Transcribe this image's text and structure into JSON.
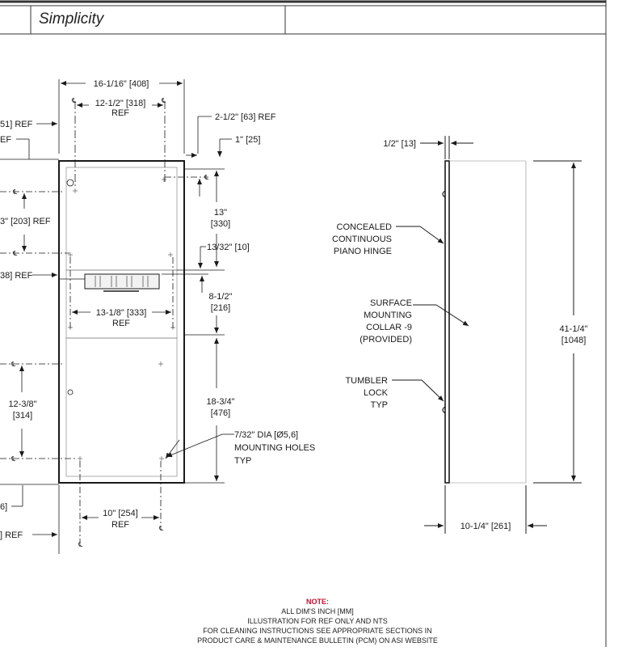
{
  "header": {
    "series_name": "Simplicity"
  },
  "front_view": {
    "overall_width": "16-1/16\" [408]",
    "top_centers": "12-1/2\" [318]",
    "top_centers_ref": "REF",
    "left_ref_1": "51] REF",
    "left_ref_2": "EF",
    "right_ref": "2-1/2\" [63] REF",
    "right_offset": "1\" [25]",
    "vertical_upper_left": "3\" [203] REF",
    "upper_mid": "13\"",
    "upper_mid_mm": "[330]",
    "upper_small": "13/32\" [10]",
    "left_mid_ref": "38] REF",
    "lower_mid": "8-1/2\"",
    "lower_mid_mm": "[216]",
    "dispenser_centers": "13-1/8\" [333]",
    "dispenser_centers_ref": "REF",
    "left_lower": "12-3/8\"",
    "left_lower_mm": "[314]",
    "right_lower": "18-3/4\"",
    "right_lower_mm": "[476]",
    "holes_1": "7/32\" DIA [Ø5,6]",
    "holes_2": "MOUNTING HOLES",
    "holes_3": "TYP",
    "bottom_left_1": "6]",
    "bottom_left_2": "] REF",
    "bottom_centers": "10\" [254]",
    "bottom_centers_ref": "REF",
    "centerline": "℄"
  },
  "side_view": {
    "door_thickness": "1/2\" [13]",
    "hinge_1": "CONCEALED",
    "hinge_2": "CONTINUOUS",
    "hinge_3": "PIANO HINGE",
    "collar_1": "SURFACE",
    "collar_2": "MOUNTING",
    "collar_3": "COLLAR -9",
    "collar_4": "(PROVIDED)",
    "lock_1": "TUMBLER",
    "lock_2": "LOCK",
    "lock_3": "TYP",
    "height": "41-1/4\"",
    "height_mm": "[1048]",
    "depth": "10-1/4\" [261]"
  },
  "note": {
    "title": "NOTE:",
    "line1": "ALL DIM'S INCH [MM]",
    "line2": "ILLUSTRATION FOR REF ONLY AND NTS",
    "line3": "FOR CLEANING INSTRUCTIONS SEE APPROPRIATE SECTIONS IN",
    "line4": "PRODUCT CARE & MAINTENANCE BULLETIN (PCM) ON ASI WEBSITE"
  }
}
